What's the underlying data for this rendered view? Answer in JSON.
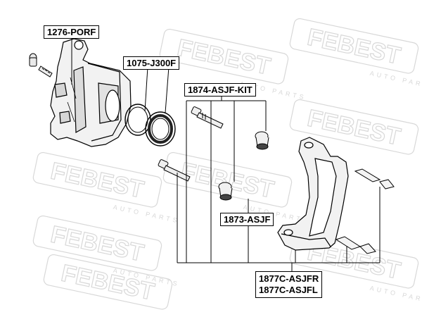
{
  "watermark": {
    "brand": "FEBEST",
    "tagline": "AUTO PARTS"
  },
  "parts": {
    "caliper": "1276-PORF",
    "seal": "1075-J300F",
    "pin_kit": "1874-ASJF-KIT",
    "boot": "1873-ASJF",
    "bracket_right": "1877C-ASJFR",
    "bracket_left": "1877C-ASJFL"
  }
}
